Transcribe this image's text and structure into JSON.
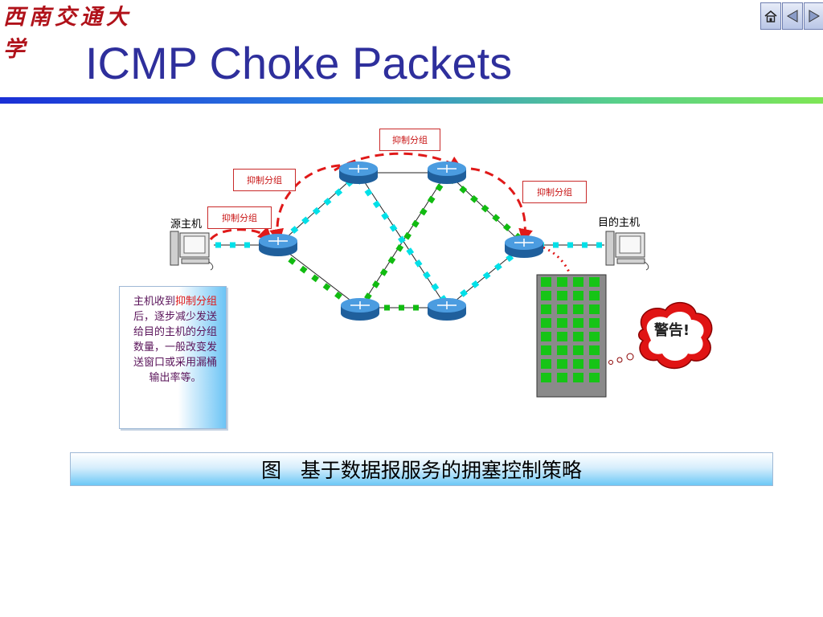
{
  "slide": {
    "logo_text": "西南交通大学",
    "title": "ICMP Choke Packets"
  },
  "nav": {
    "home_icon": "home-icon",
    "prev_icon": "triangle-left-icon",
    "next_icon": "triangle-right-icon"
  },
  "diagram": {
    "source_host_label": "源主机",
    "dest_host_label": "目的主机",
    "choke_labels": [
      "抑制分组",
      "抑制分组",
      "抑制分组",
      "抑制分组"
    ],
    "warning_text": "警告!"
  },
  "note": {
    "highlight_1": "抑制",
    "highlight_2": "分组",
    "text_prefix": "主机收到",
    "text_rest": "后，逐步减少发送给目的主机的分组数量，一般改变发送窗口或采用漏桶输出率等。"
  },
  "caption": {
    "text": "图   基于数据报服务的拥塞控制策略"
  },
  "colors": {
    "title": "#2e2f9c",
    "choke_arrow": "#e01919",
    "data_packet_green": "#11bb11",
    "data_packet_cyan": "#00e0e8",
    "router": "#2f7fc4"
  }
}
